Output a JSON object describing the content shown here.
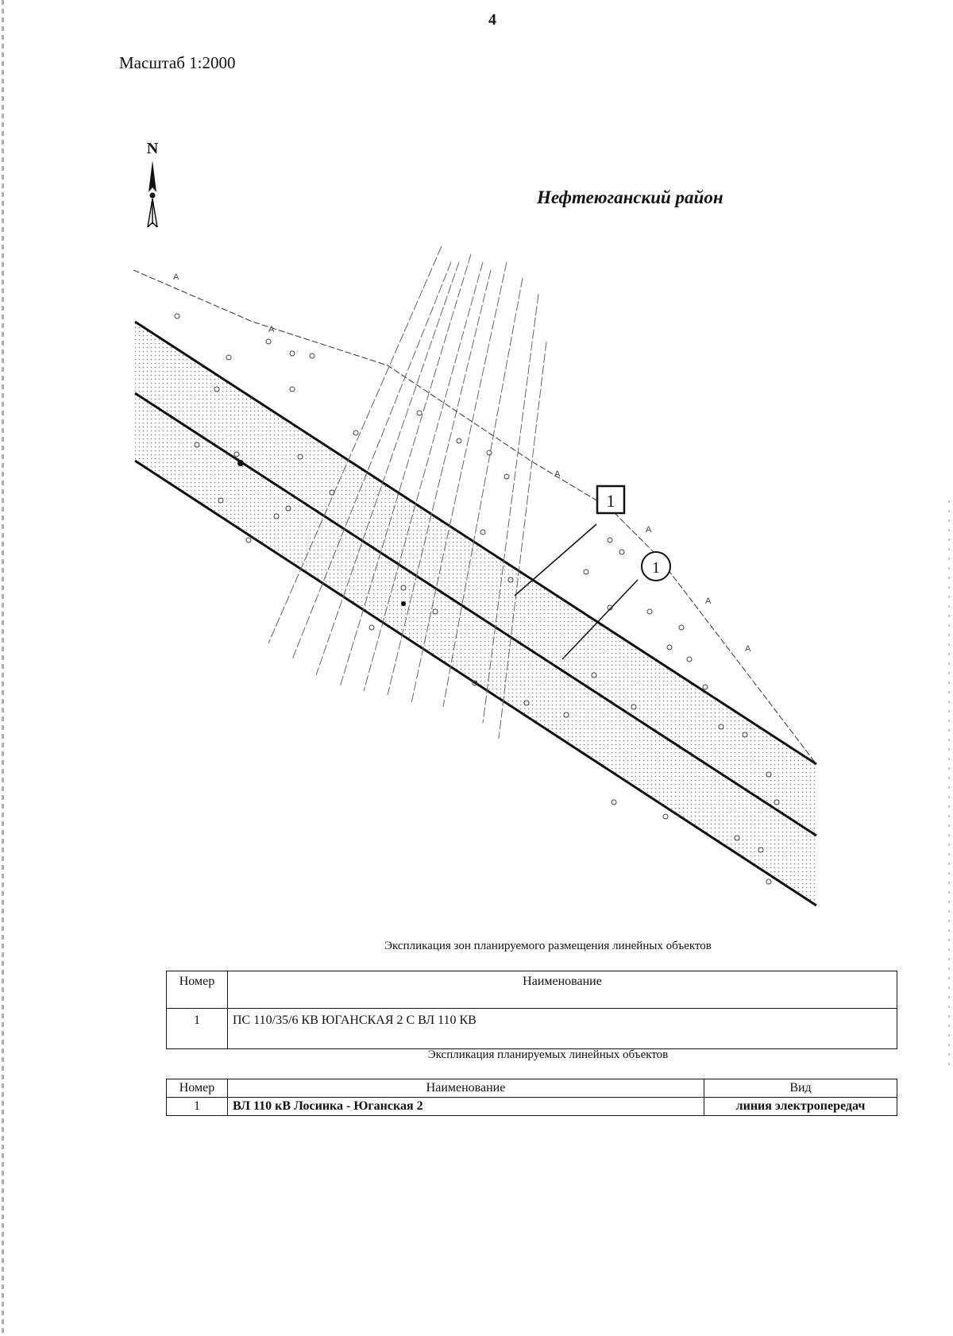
{
  "header": {
    "page_number": "4",
    "scale": "Масштаб 1:2000",
    "north_label": "N",
    "district": "Нефтеюганский район"
  },
  "map": {
    "zone_marker": "1",
    "object_marker": "1"
  },
  "zones_table": {
    "caption": "Экспликация зон планируемого размещения линейных объектов",
    "headers": [
      "Номер",
      "Наименование"
    ],
    "rows": [
      [
        "1",
        "ПС 110/35/6 КВ ЮГАНСКАЯ 2 С ВЛ 110 КВ"
      ]
    ]
  },
  "objects_table": {
    "caption": "Экспликация планируемых линейных объектов",
    "headers": [
      "Номер",
      "Наименование",
      "Вид"
    ],
    "rows": [
      [
        "1",
        "ВЛ 110 кВ Лосинка - Юганская 2",
        "линия электропередач"
      ]
    ]
  }
}
